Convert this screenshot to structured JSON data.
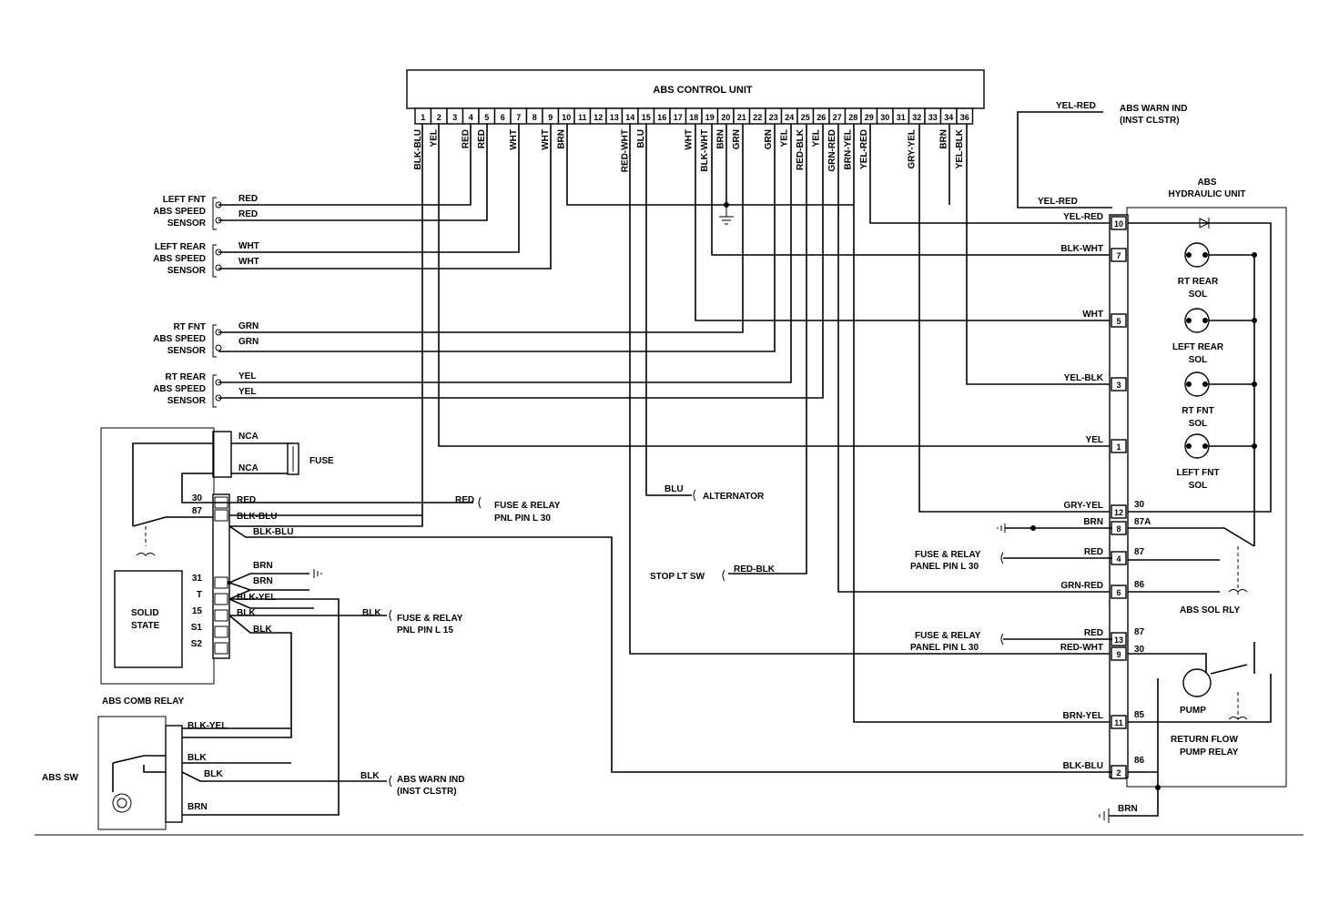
{
  "control_unit": {
    "title": "ABS CONTROL UNIT",
    "pins": [
      "1",
      "2",
      "3",
      "4",
      "5",
      "6",
      "7",
      "8",
      "9",
      "10",
      "11",
      "12",
      "13",
      "14",
      "15",
      "16",
      "17",
      "18",
      "19",
      "20",
      "21",
      "22",
      "23",
      "24",
      "25",
      "26",
      "27",
      "28",
      "29",
      "30",
      "31",
      "32",
      "33",
      "34",
      "36"
    ],
    "wire_colors": [
      {
        "pin": "1",
        "color": "BLK-BLU"
      },
      {
        "pin": "2",
        "color": "YEL"
      },
      {
        "pin": "4",
        "color": "RED"
      },
      {
        "pin": "5",
        "color": "RED"
      },
      {
        "pin": "7",
        "color": "WHT"
      },
      {
        "pin": "9",
        "color": "WHT"
      },
      {
        "pin": "10",
        "color": "BRN"
      },
      {
        "pin": "14",
        "color": "RED-WHT"
      },
      {
        "pin": "15",
        "color": "BLU"
      },
      {
        "pin": "18",
        "color": "WHT"
      },
      {
        "pin": "19",
        "color": "BLK-WHT"
      },
      {
        "pin": "20",
        "color": "BRN"
      },
      {
        "pin": "21",
        "color": "GRN"
      },
      {
        "pin": "23",
        "color": "GRN"
      },
      {
        "pin": "24",
        "color": "YEL"
      },
      {
        "pin": "25",
        "color": "RED-BLK"
      },
      {
        "pin": "26",
        "color": "YEL"
      },
      {
        "pin": "27",
        "color": "GRN-RED"
      },
      {
        "pin": "28",
        "color": "BRN-YEL"
      },
      {
        "pin": "29",
        "color": "YEL-RED"
      },
      {
        "pin": "32",
        "color": "GRY-YEL"
      },
      {
        "pin": "34",
        "color": "BRN"
      },
      {
        "pin": "36",
        "color": "YEL-BLK"
      }
    ]
  },
  "sensors": [
    {
      "lines": [
        "LEFT FNT",
        "ABS SPEED",
        "SENSOR"
      ],
      "wires": [
        "RED",
        "RED"
      ]
    },
    {
      "lines": [
        "LEFT REAR",
        "ABS SPEED",
        "SENSOR"
      ],
      "wires": [
        "WHT",
        "WHT"
      ]
    },
    {
      "lines": [
        "RT FNT",
        "ABS SPEED",
        "SENSOR"
      ],
      "wires": [
        "GRN",
        "GRN"
      ]
    },
    {
      "lines": [
        "RT REAR",
        "ABS SPEED",
        "SENSOR"
      ],
      "wires": [
        "YEL",
        "YEL"
      ]
    }
  ],
  "abs_warn_top": {
    "wire": "YEL-RED",
    "lines": [
      "ABS WARN IND",
      "(INST CLSTR)"
    ]
  },
  "hydraulic_unit": {
    "title_lines": [
      "ABS",
      "HYDRAULIC UNIT"
    ],
    "connector_pins": [
      {
        "pin": "10",
        "wire": "YEL-RED"
      },
      {
        "pin": "7",
        "wire": "BLK-WHT"
      },
      {
        "pin": "5",
        "wire": "WHT"
      },
      {
        "pin": "3",
        "wire": "YEL-BLK"
      },
      {
        "pin": "1",
        "wire": "YEL"
      },
      {
        "pin": "12",
        "wire": "GRY-YEL"
      },
      {
        "pin": "8",
        "wire": "BRN"
      },
      {
        "pin": "4",
        "wire": "RED"
      },
      {
        "pin": "6",
        "wire": "GRN-RED"
      },
      {
        "pin": "13",
        "wire": "RED"
      },
      {
        "pin": "9",
        "wire": "RED-WHT"
      },
      {
        "pin": "11",
        "wire": "BRN-YEL"
      },
      {
        "pin": "2",
        "wire": "BLK-BLU"
      }
    ],
    "extra_wire_top": "YEL-RED",
    "solenoids": [
      {
        "lines": [
          "RT REAR",
          "SOL"
        ]
      },
      {
        "lines": [
          "LEFT REAR",
          "SOL"
        ]
      },
      {
        "lines": [
          "RT FNT",
          "SOL"
        ]
      },
      {
        "lines": [
          "LEFT FNT",
          "SOL"
        ]
      }
    ],
    "relay_terminals": [
      "30",
      "87A",
      "87",
      "86",
      "87",
      "30",
      "85",
      "86"
    ],
    "sol_relay_label": "ABS SOL RLY",
    "pump_label": "PUMP",
    "pump_relay_lines": [
      "RETURN FLOW",
      "PUMP RELAY"
    ],
    "ground_wire": "BRN"
  },
  "fuse_relay_right": [
    {
      "lines": [
        "FUSE & RELAY",
        "PANEL PIN L 30"
      ]
    },
    {
      "lines": [
        "FUSE & RELAY",
        "PANEL PIN L 30"
      ]
    }
  ],
  "stop_lt_sw": {
    "label": "STOP LT SW",
    "wire": "RED-BLK"
  },
  "alternator": {
    "label": "ALTERNATOR",
    "wire": "BLU"
  },
  "fuse": {
    "label": "FUSE",
    "terminals": [
      "NCA",
      "NCA"
    ]
  },
  "comb_relay": {
    "title": "ABS COMB RELAY",
    "pins": [
      "30",
      "87",
      "31",
      "T",
      "15",
      "S1",
      "S2"
    ],
    "box_lines": [
      "SOLID",
      "STATE"
    ],
    "wires": {
      "30": "RED",
      "87a": "BLK-BLU",
      "87b": "BLK-BLU",
      "31a": "BRN",
      "31b": "BRN",
      "T": "BLK-YEL",
      "15a": "BLK",
      "15b": "BLK"
    }
  },
  "fuse_relay_left": [
    {
      "wire": "RED",
      "lines": [
        "FUSE & RELAY",
        "PNL PIN L 30"
      ]
    },
    {
      "wire": "BLK",
      "lines": [
        "FUSE & RELAY",
        "PNL PIN L 15"
      ]
    }
  ],
  "abs_sw": {
    "label": "ABS SW",
    "wires": [
      "BLK-YEL",
      "BLK",
      "BLK",
      "BRN"
    ]
  },
  "abs_warn_bottom": {
    "wire": "BLK",
    "lines": [
      "ABS WARN IND",
      "(INST CLSTR)"
    ]
  }
}
